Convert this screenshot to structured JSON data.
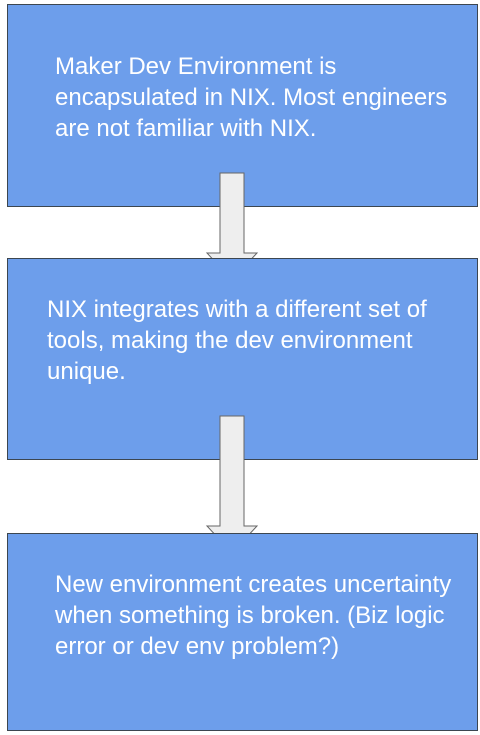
{
  "diagram": {
    "boxes": [
      {
        "text": "Maker Dev Environment is encapsulated in NIX. Most engineers are not familiar with NIX."
      },
      {
        "text": "NIX integrates with a different set of tools, making the dev environment unique."
      },
      {
        "text": "New environment creates uncertainty when something is broken. (Biz logic error or dev env problem?)"
      }
    ],
    "colors": {
      "box_fill": "#6d9eeb",
      "box_border": "#3c4650",
      "box_text": "#ffffff",
      "arrow_fill": "#eeeeee",
      "arrow_stroke": "#666666"
    }
  }
}
